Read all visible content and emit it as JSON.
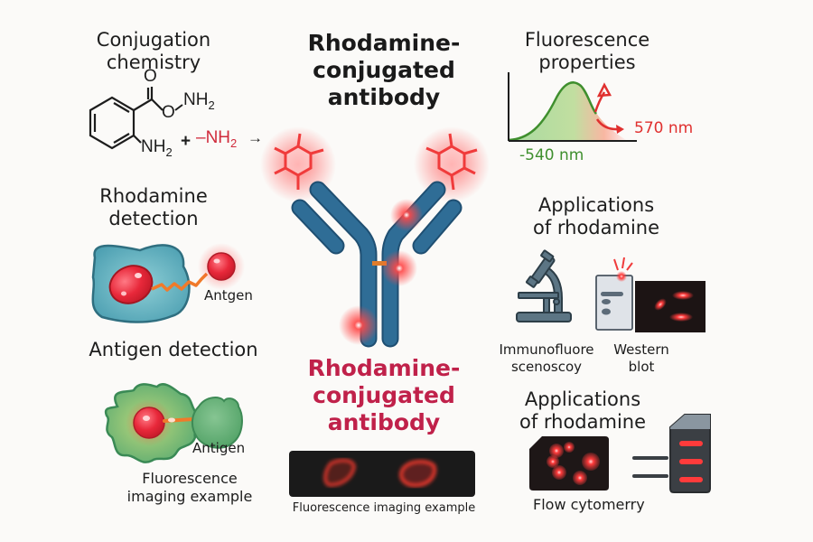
{
  "sections": {
    "conjugation": {
      "title_lines": [
        "Conjugation",
        "chemistry"
      ],
      "chem": {
        "carbonyl_o": "O",
        "ester_o": "O",
        "nh2_top": "NH",
        "nh2_top_sub": "2",
        "nh2_ring": "NH",
        "nh2_ring_sub": "2",
        "plus": "+",
        "reagent": "–NH",
        "reagent_sub": "2",
        "arrow": "→"
      }
    },
    "center_title": {
      "lines": [
        "Rhodamine-",
        "conjugated",
        "antibody"
      ]
    },
    "fluorescence": {
      "title_lines": [
        "Fluorescence",
        "properties"
      ],
      "excitation_label": "-540 nm",
      "emission_label": "570 nm",
      "excitation_color": "#3f8f2e",
      "emission_color": "#e0302f"
    },
    "rhodamine_detection": {
      "title_lines": [
        "Rhodamine",
        "detection"
      ],
      "antigen_label": "Antgen"
    },
    "antigen_detection": {
      "title": "Antigen detection",
      "antigen_label": "Antigen",
      "caption_lines": [
        "Fluorescence",
        "imaging example"
      ]
    },
    "center_bottom": {
      "title_lines": [
        "Rhodamine-",
        "conjugated",
        "antibody"
      ],
      "caption": "Fluorescence imaging example",
      "title_color": "#c0214a"
    },
    "applications_1": {
      "title_lines": [
        "Applications",
        "of rhodamine"
      ],
      "items": [
        {
          "label_lines": [
            "Immunofluore",
            "scenoscoy"
          ],
          "icon": "microscope-icon"
        },
        {
          "label_lines": [
            "Western",
            "blot"
          ],
          "icon": "western-blot-icon"
        }
      ]
    },
    "applications_2": {
      "title_lines": [
        "Applications",
        "of rhodamine"
      ],
      "caption": "Flow cytomerry",
      "icon": "flow-cytometer-icon"
    }
  },
  "colors": {
    "background": "#fbfaf8",
    "antibody_blue": "#2f6d96",
    "rhodamine_red": "#ee3434",
    "cell_teal": "#5aa9b8",
    "cell_green": "#5cae72",
    "linker_orange": "#f07a2a",
    "instrument_gray": "#5c7584"
  }
}
